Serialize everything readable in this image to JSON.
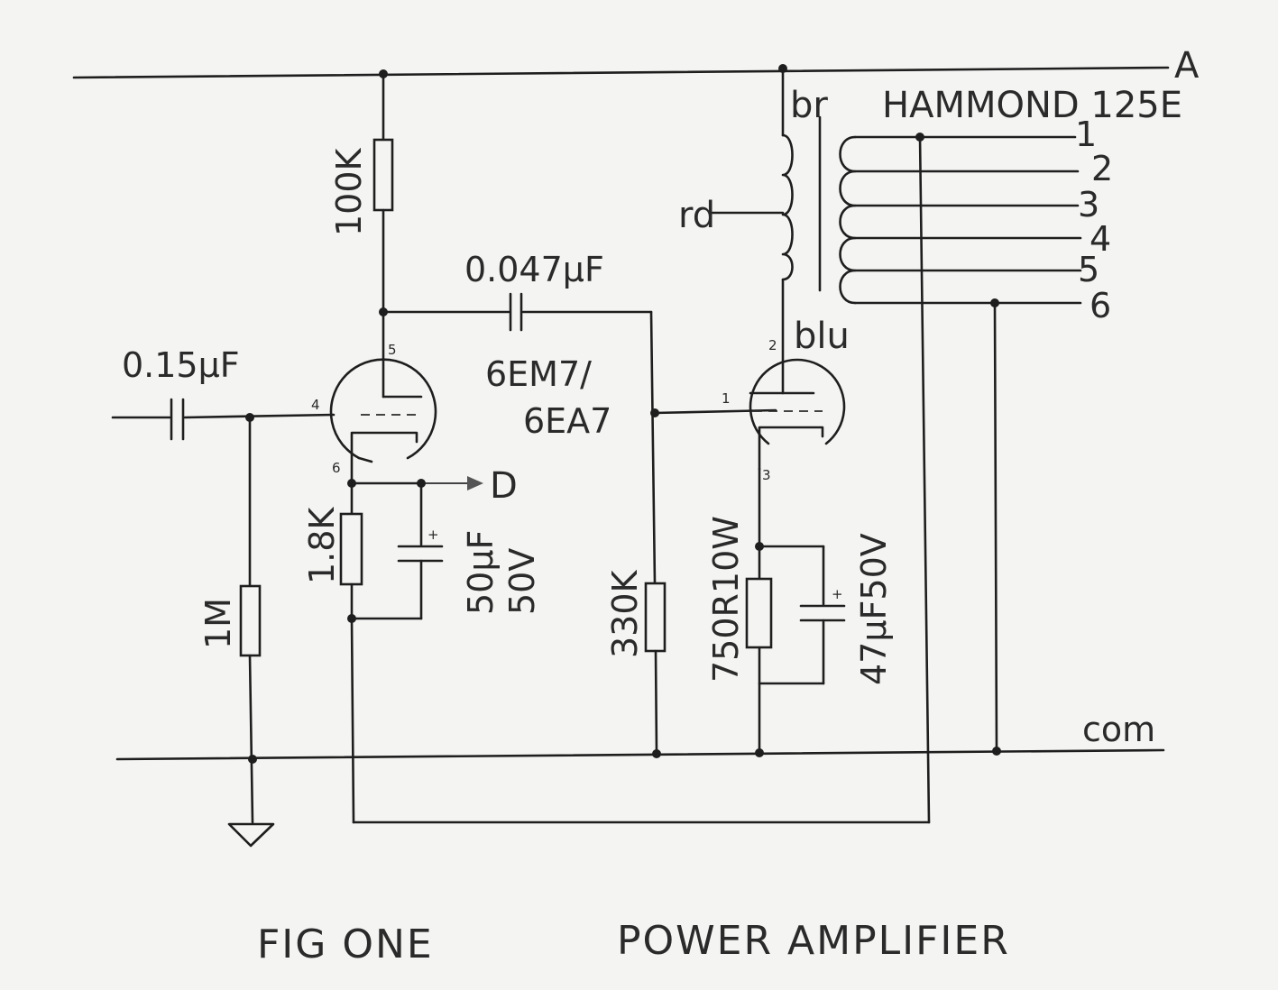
{
  "nodes": {
    "rail_a": "A",
    "rail_com": "com",
    "out_d": "D"
  },
  "components": {
    "r_plate": "100K",
    "c_coupling": "0.047µF",
    "c_input": "0.15µF",
    "r_grid": "1M",
    "r_cathode1": "1.8K",
    "c_bypass1": "50µF 50V",
    "c_bypass1_line1": "50µF",
    "c_bypass1_line2": "50V",
    "r_grid2": "330K",
    "r_cathode2": "750R10W",
    "c_bypass2": "47µF50V",
    "tube": "6EM7/ 6EA7",
    "tube_line1": "6EM7/",
    "tube_line2": "6EA7"
  },
  "transformer": {
    "model": "HAMMOND 125E",
    "primary_leads": [
      "br",
      "rd",
      "blu"
    ],
    "secondary_taps": [
      "1",
      "2",
      "3",
      "4",
      "5",
      "6"
    ]
  },
  "pins": {
    "v1": [
      "5",
      "4",
      "6"
    ],
    "v2": [
      "2",
      "1",
      "3"
    ]
  },
  "caption": {
    "figure": "FIG ONE",
    "title": "POWER AMPLIFIER"
  }
}
